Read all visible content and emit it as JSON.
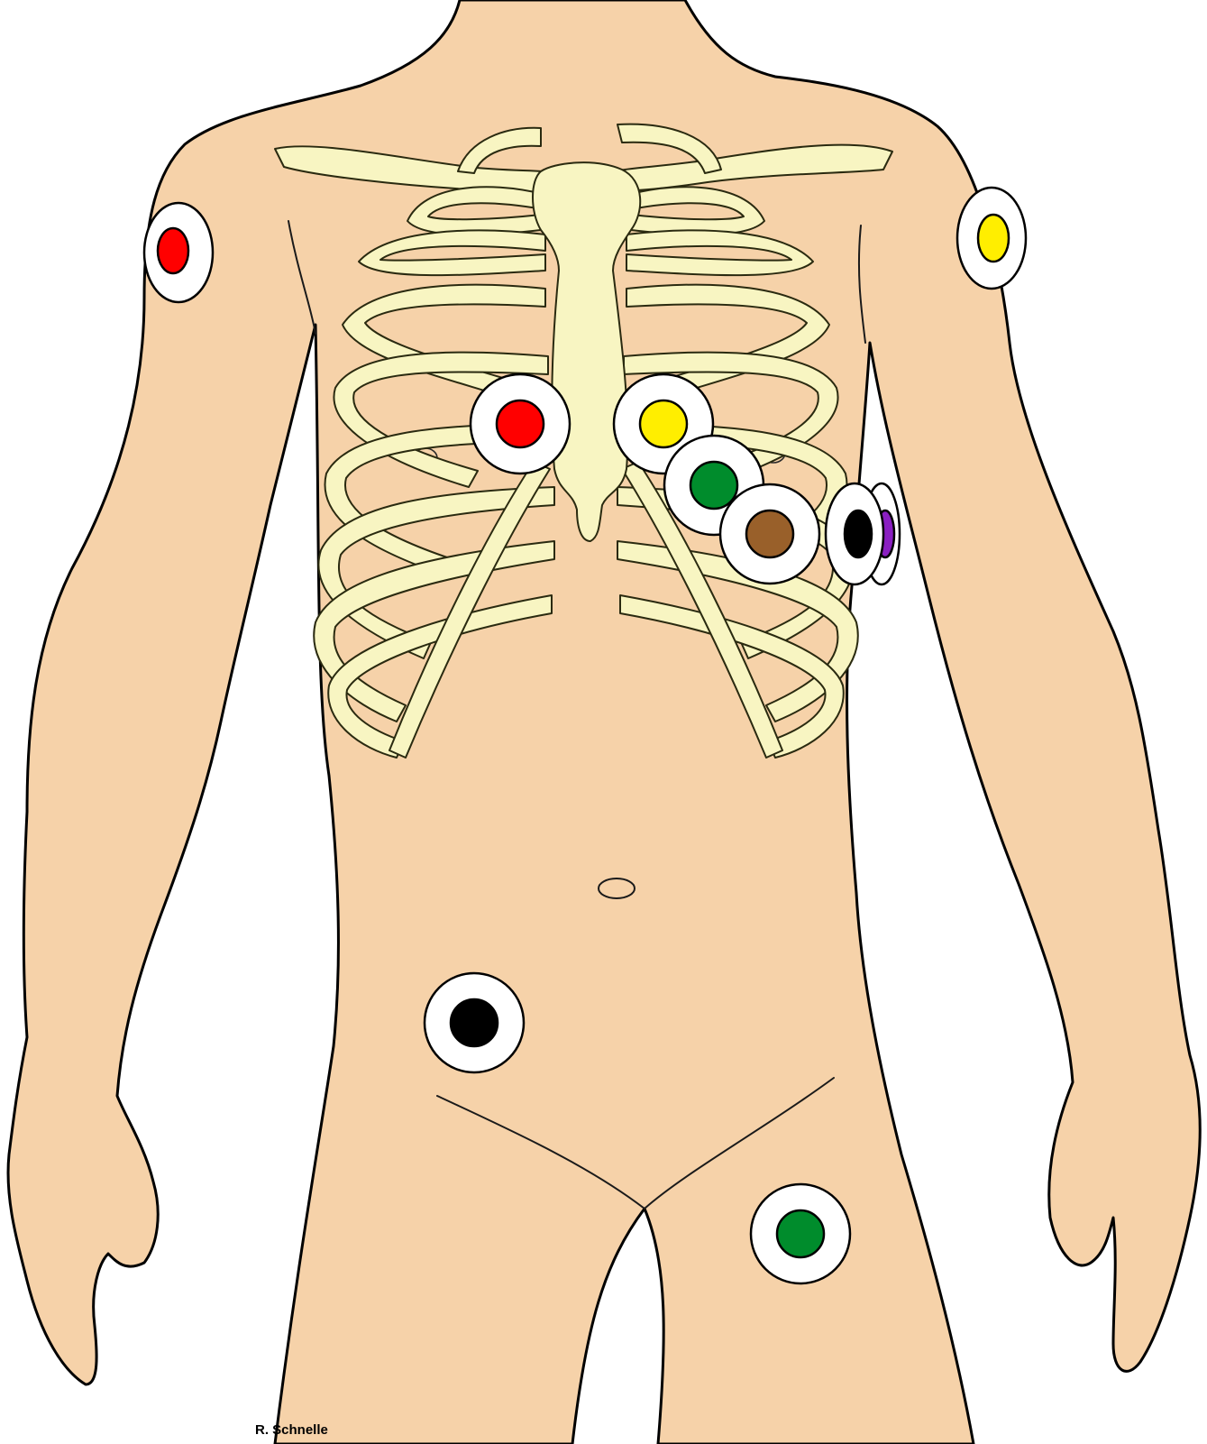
{
  "credit": "R. Schnelle",
  "colors": {
    "skin": "#f6d2a9",
    "bone": "#f8f5c2",
    "pad": "#ffffff",
    "outline": "#000000"
  },
  "electrodes": [
    {
      "id": "right-arm",
      "color": "#ff0000"
    },
    {
      "id": "left-arm",
      "color": "#ffee00"
    },
    {
      "id": "v1",
      "color": "#ff0000"
    },
    {
      "id": "v2",
      "color": "#ffee00"
    },
    {
      "id": "v3",
      "color": "#008c2c"
    },
    {
      "id": "v4",
      "color": "#99602a"
    },
    {
      "id": "v6",
      "color": "#8a1fc1"
    },
    {
      "id": "v5",
      "color": "#000000"
    },
    {
      "id": "right-leg",
      "color": "#000000"
    },
    {
      "id": "left-leg",
      "color": "#008c2c"
    }
  ]
}
